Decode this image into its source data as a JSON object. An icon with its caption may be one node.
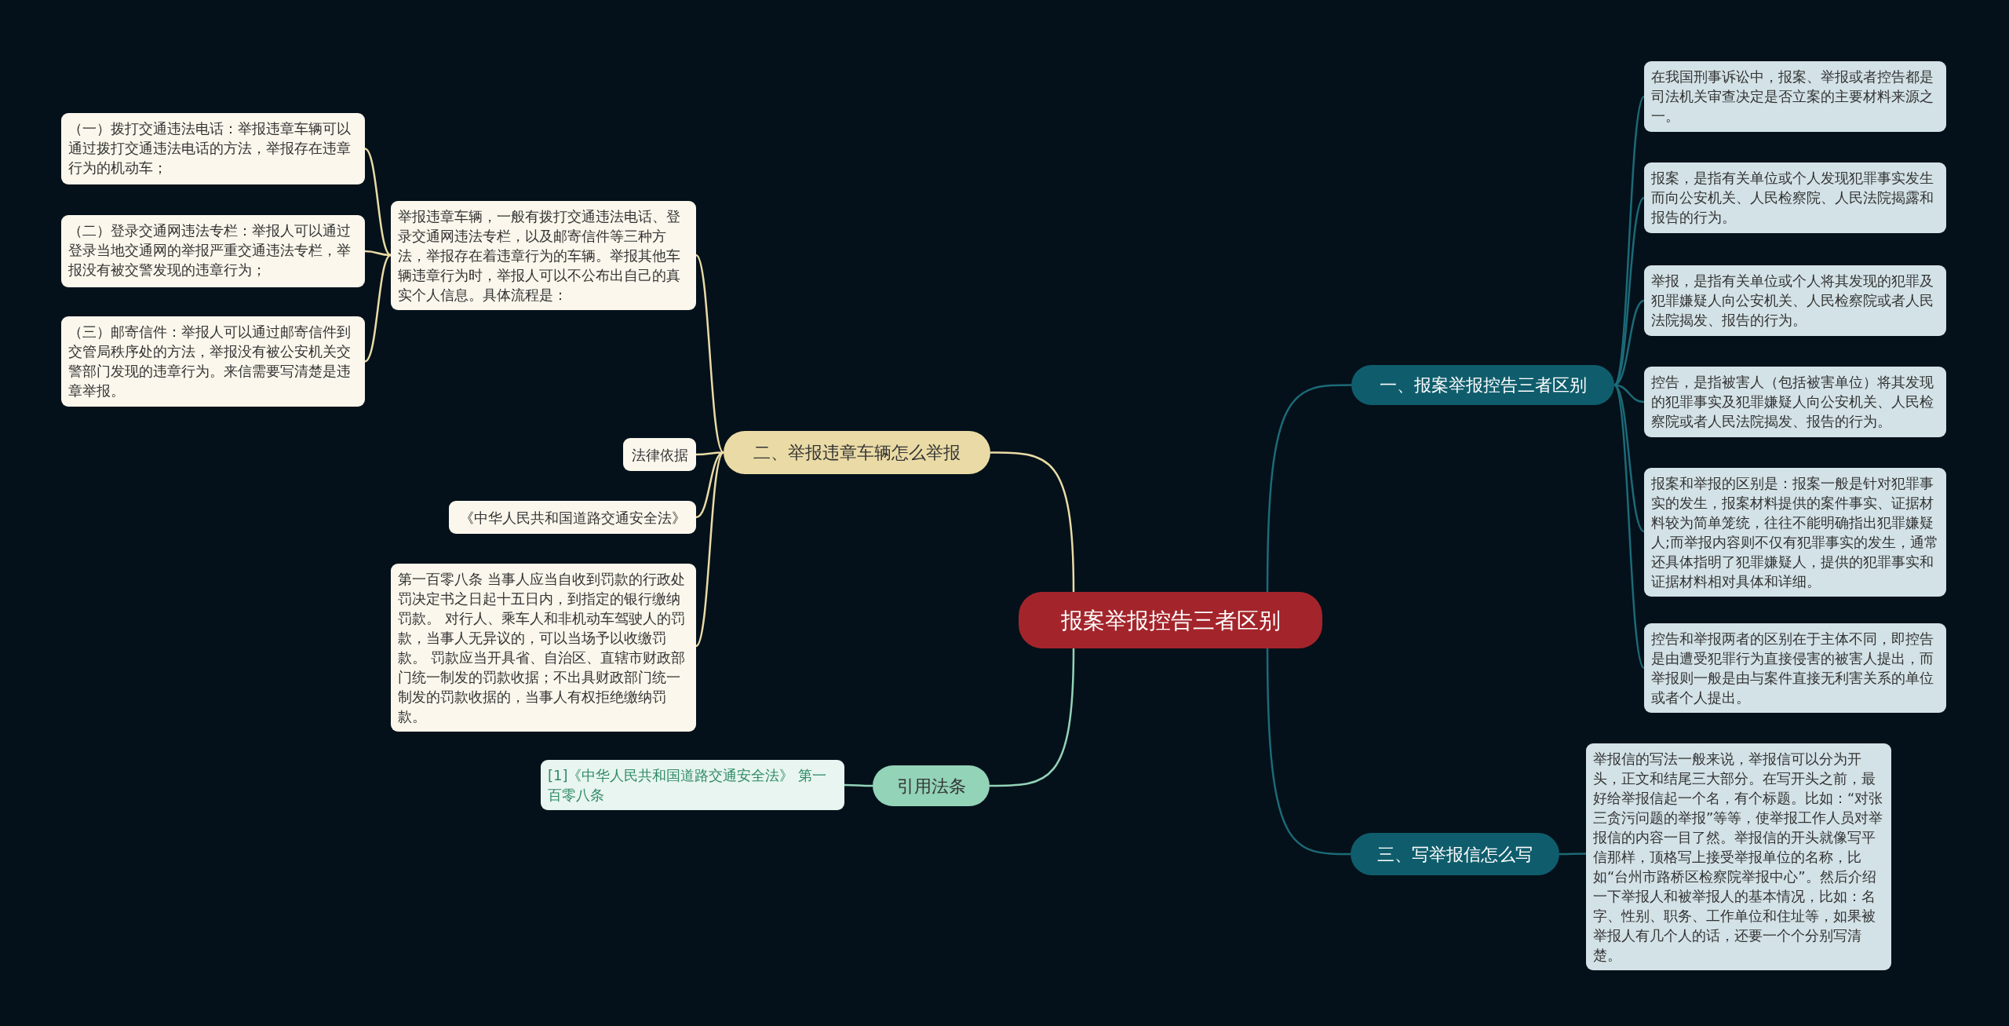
{
  "diagram": {
    "nodes": [
      {
        "text": [
          "报案举报控告三者区别"
        ]
      },
      {
        "text": [
          "一、报案举报控告三者区别"
        ]
      },
      {
        "text": [
          "在我国刑事诉讼中，报案、举报或者控告都是司法机关审查决定是否立案的主要材料来源之一。"
        ]
      },
      {
        "text": [
          "报案，是指有关单位或个人发现犯罪事实发生而向公安机关、人民检察院、人民法院揭露和报告的行为。"
        ]
      },
      {
        "text": [
          "举报，是指有关单位或个人将其发现的犯罪及犯罪嫌疑人向公安机关、人民检察院或者人民法院揭发、报告的行为。"
        ]
      },
      {
        "text": [
          "控告，是指被害人（包括被害单位）将其发现的犯罪事实及犯罪嫌疑人向公安机关、人民检察院或者人民法院揭发、报告的行为。"
        ]
      },
      {
        "text": [
          "报案和举报的区别是：报案一般是针对犯罪事实的发生，报案材料提供的案件事实、证据材料较为简单笼统，往往不能明确指出犯罪嫌疑人;而举报内容则不仅有犯罪事实的发生，通常还具体指明了犯罪嫌疑人，提供的犯罪事实和证据材料相对具体和详细。"
        ]
      },
      {
        "text": [
          "控告和举报两者的区别在于主体不同，即控告是由遭受犯罪行为直接侵害的被害人提出，而举报则一般是由与案件直接无利害关系的单位或者个人提出。"
        ]
      },
      {
        "text": [
          "二、举报违章车辆怎么举报"
        ]
      },
      {
        "text": [
          "举报违章车辆，一般有拨打交通违法电话、登录交通网违法专栏，以及邮寄信件等三种方法，举报存在着违章行为的车辆。举报其他车辆违章行为时，举报人可以不公布出自己的真实个人信息。具体流程是："
        ]
      },
      {
        "text": [
          "（一）拨打交通违法电话：举报违章车辆可以通过拨打交通违法电话的方法，举报存在违章行为的机动车；"
        ]
      },
      {
        "text": [
          "（二）登录交通网违法专栏：举报人可以通过登录当地交通网的举报严重交通违法专栏，举报没有被交警发现的违章行为；"
        ]
      },
      {
        "text": [
          "（三）邮寄信件：举报人可以通过邮寄信件到交管局秩序处的方法，举报没有被公安机关交警部门发现的违章行为。来信需要写清楚是违章举报。"
        ]
      },
      {
        "text": [
          "法律依据"
        ]
      },
      {
        "text": [
          "《中华人民共和国道路交通安全法》"
        ]
      },
      {
        "text": [
          "第一百零八条  当事人应当自收到罚款的行政处罚决定书之日起十五日内，到指定的银行缴纳罚款。 对行人、乘车人和非机动车驾驶人的罚款，当事人无异议的，可以当场予以收缴罚款。 罚款应当开具省、自治区、直辖市财政部门统一制发的罚款收据；不出具财政部门统一制发的罚款收据的，当事人有权拒绝缴纳罚款。"
        ]
      },
      {
        "text": [
          "引用法条"
        ]
      },
      {
        "text": [
          "[1]《中华人民共和国道路交通安全法》 第一百零八条"
        ]
      },
      {
        "text": [
          "三、写举报信怎么写"
        ]
      },
      {
        "text": [
          "举报信的写法一般来说，举报信可以分为开头，正文和结尾三大部分。在写开头之前，最好给举报信起一个名，有个标题。比如：“对张三贪污问题的举报”等等，使举报工作人员对举报信的内容一目了然。举报信的开头就像写平信那样，顶格写上接受举报单位的名称，比如“台州市路桥区检察院举报中心”。然后介绍一下举报人和被举报人的基本情况，比如：名字、性别、职务、工作单位和住址等，如果被举报人有几个人的话，还要一个个分别写清楚。"
        ]
      }
    ],
    "edges": [
      {
        "from": 0,
        "to": 1,
        "arrow": "none"
      },
      {
        "from": 0,
        "to": 8,
        "arrow": "none",
        "color": "#eadba6"
      },
      {
        "from": 0,
        "to": 16,
        "arrow": "none",
        "color": "#93d3b8"
      },
      {
        "from": 0,
        "to": 18,
        "arrow": "none"
      },
      {
        "from": 1,
        "to": 2,
        "arrow": "none"
      },
      {
        "from": 1,
        "to": 3,
        "arrow": "none"
      },
      {
        "from": 1,
        "to": 4,
        "arrow": "none"
      },
      {
        "from": 1,
        "to": 5,
        "arrow": "none"
      },
      {
        "from": 1,
        "to": 6,
        "arrow": "none"
      },
      {
        "from": 1,
        "to": 7,
        "arrow": "none"
      },
      {
        "from": 8,
        "to": 9,
        "arrow": "none",
        "color": "#eadba6"
      },
      {
        "from": 8,
        "to": 13,
        "arrow": "none",
        "color": "#eadba6"
      },
      {
        "from": 8,
        "to": 14,
        "arrow": "none",
        "color": "#eadba6"
      },
      {
        "from": 8,
        "to": 15,
        "arrow": "none",
        "color": "#eadba6"
      },
      {
        "from": 9,
        "to": 10,
        "arrow": "none",
        "color": "#eadba6"
      },
      {
        "from": 9,
        "to": 11,
        "arrow": "none",
        "color": "#eadba6"
      },
      {
        "from": 9,
        "to": 12,
        "arrow": "none",
        "color": "#eadba6"
      },
      {
        "from": 16,
        "to": 17,
        "arrow": "none",
        "color": "#93d3b8"
      },
      {
        "from": 18,
        "to": 19,
        "arrow": "none"
      }
    ]
  }
}
